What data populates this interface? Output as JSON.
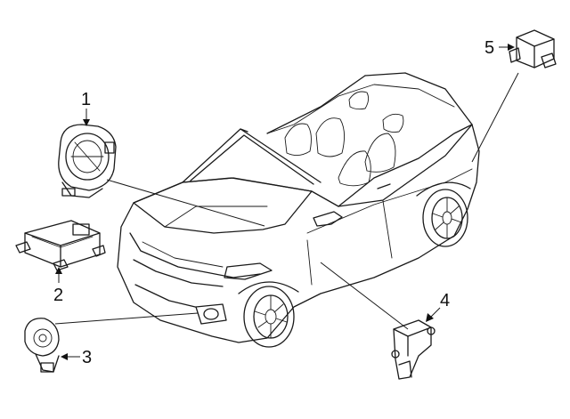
{
  "diagram": {
    "callouts": [
      {
        "id": 1,
        "label": "1"
      },
      {
        "id": 2,
        "label": "2"
      },
      {
        "id": 3,
        "label": "3"
      },
      {
        "id": 4,
        "label": "4"
      },
      {
        "id": 5,
        "label": "5"
      }
    ]
  }
}
